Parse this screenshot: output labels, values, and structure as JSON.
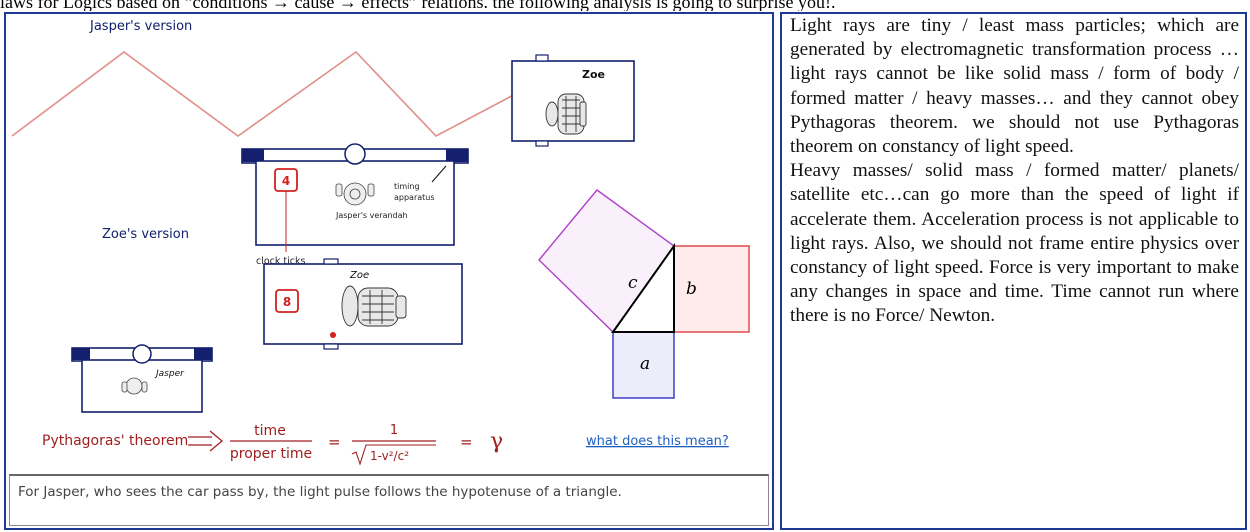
{
  "top_text": "laws for Logics based on “conditions → cause → effects” relations. the following analysis is going to surprise you!.",
  "figure": {
    "jasper_version_label": "Jasper's version",
    "zoe_version_label": "Zoe's version",
    "zoe_car_label": "Zoe",
    "zoe_car_label_italic": "Zoe",
    "jasper_car_label": "Jasper",
    "timing_label_line1": "timing",
    "timing_label_line2": "apparatus",
    "verandah_label": "Jasper's verandah",
    "clock_ticks_label": "clock ticks",
    "tick_top": "4",
    "tick_bottom": "8",
    "triangle_labels": {
      "a": "a",
      "b": "b",
      "c": "c"
    },
    "formula": {
      "lhs": "Pythagoras' theorem",
      "num": "time",
      "den": "proper time",
      "equals": "=",
      "one": "1",
      "root": "1-v²/c²",
      "gamma": "γ"
    },
    "link": "what does this mean?",
    "colors": {
      "zigzag": "#e08f88",
      "navy": "#14206e",
      "red": "#d22020",
      "purple": "#b040c8",
      "square_b": "#e04040",
      "square_a": "#3030c0",
      "link": "#1f5fc0"
    }
  },
  "caption": "For Jasper, who sees the car pass by, the light pulse follows the hypotenuse of a triangle.",
  "right_text": {
    "p1": "Light rays are tiny / least mass particles; which are generated by electromagnetic transformation process … light rays cannot be like solid mass / form of body / formed matter / heavy masses… and they cannot obey Pythagoras theorem. we should not use Pythagoras theorem on constancy of light speed.",
    "p2": "Heavy masses/ solid mass / formed matter/ planets/ satellite etc…can go more than the speed of light if accelerate them. Acceleration process is not applicable to light rays. Also, we should not frame entire physics over constancy of light speed. Force is very important to make any changes in space and time. Time cannot run where there is no Force/ Newton."
  }
}
